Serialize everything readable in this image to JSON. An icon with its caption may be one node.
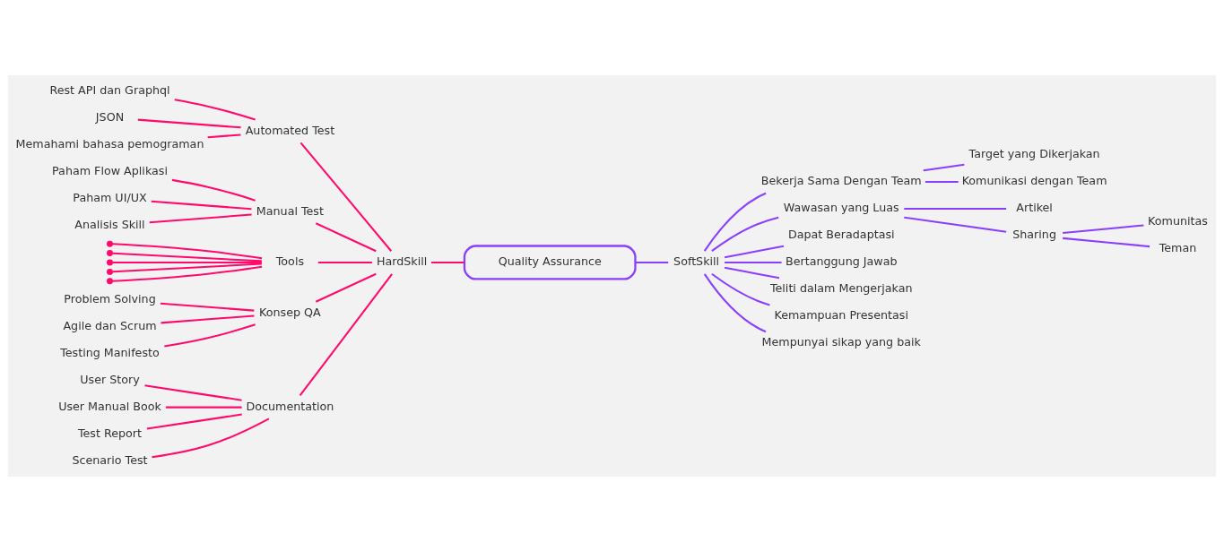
{
  "diagram": {
    "nodes": [
      {
        "text": [
          "Quality Assurance"
        ]
      },
      {
        "text": [
          "HardSkill"
        ]
      },
      {
        "text": [
          "Automated Test"
        ]
      },
      {
        "text": [
          "Rest API dan Graphql"
        ]
      },
      {
        "text": [
          "JSON"
        ]
      },
      {
        "text": [
          "Memahami bahasa pemograman"
        ]
      },
      {
        "text": [
          "Manual Test"
        ]
      },
      {
        "text": [
          "Paham Flow Aplikasi"
        ]
      },
      {
        "text": [
          "Paham UI/UX"
        ]
      },
      {
        "text": [
          "Analisis Skill"
        ]
      },
      {
        "text": [
          "Tools"
        ]
      },
      {
        "text": [],
        "shape": "point"
      },
      {
        "text": [],
        "shape": "point"
      },
      {
        "text": [],
        "shape": "point"
      },
      {
        "text": [],
        "shape": "point"
      },
      {
        "text": [],
        "shape": "point"
      },
      {
        "text": [
          "Konsep QA"
        ]
      },
      {
        "text": [
          "Problem Solving"
        ]
      },
      {
        "text": [
          "Agile dan Scrum"
        ]
      },
      {
        "text": [
          "Testing Manifesto"
        ]
      },
      {
        "text": [
          "Documentation"
        ]
      },
      {
        "text": [
          "User Story"
        ]
      },
      {
        "text": [
          "User Manual Book"
        ]
      },
      {
        "text": [
          "Test Report"
        ]
      },
      {
        "text": [
          "Scenario Test"
        ]
      },
      {
        "text": [
          "SoftSkill"
        ]
      },
      {
        "text": [
          "Bekerja Sama Dengan Team"
        ]
      },
      {
        "text": [
          "Target yang Dikerjakan"
        ]
      },
      {
        "text": [
          "Komunikasi dengan Team"
        ]
      },
      {
        "text": [
          "Wawasan yang Luas"
        ]
      },
      {
        "text": [
          "Artikel"
        ]
      },
      {
        "text": [
          "Sharing"
        ]
      },
      {
        "text": [
          "Komunitas"
        ]
      },
      {
        "text": [
          "Teman"
        ]
      },
      {
        "text": [
          "Dapat Beradaptasi"
        ]
      },
      {
        "text": [
          "Bertanggung Jawab"
        ]
      },
      {
        "text": [
          "Teliti dalam Mengerjakan"
        ]
      },
      {
        "text": [
          "Kemampuan Presentasi"
        ]
      },
      {
        "text": [
          "Mempunyai sikap yang baik"
        ]
      }
    ],
    "edges": [
      {
        "from": 0,
        "to": 1,
        "arrow": "none"
      },
      {
        "from": 1,
        "to": 2,
        "arrow": "none"
      },
      {
        "from": 2,
        "to": 3,
        "arrow": "none"
      },
      {
        "from": 2,
        "to": 4,
        "arrow": "none"
      },
      {
        "from": 2,
        "to": 5,
        "arrow": "none"
      },
      {
        "from": 1,
        "to": 6,
        "arrow": "none"
      },
      {
        "from": 6,
        "to": 7,
        "arrow": "none"
      },
      {
        "from": 6,
        "to": 8,
        "arrow": "none"
      },
      {
        "from": 6,
        "to": 9,
        "arrow": "none"
      },
      {
        "from": 1,
        "to": 10,
        "arrow": "none"
      },
      {
        "from": 10,
        "to": 11,
        "arrow": "none"
      },
      {
        "from": 10,
        "to": 12,
        "arrow": "none"
      },
      {
        "from": 10,
        "to": 13,
        "arrow": "none"
      },
      {
        "from": 10,
        "to": 14,
        "arrow": "none"
      },
      {
        "from": 10,
        "to": 15,
        "arrow": "none"
      },
      {
        "from": 1,
        "to": 16,
        "arrow": "none"
      },
      {
        "from": 16,
        "to": 17,
        "arrow": "none"
      },
      {
        "from": 16,
        "to": 18,
        "arrow": "none"
      },
      {
        "from": 16,
        "to": 19,
        "arrow": "none"
      },
      {
        "from": 1,
        "to": 20,
        "arrow": "none"
      },
      {
        "from": 20,
        "to": 21,
        "arrow": "none"
      },
      {
        "from": 20,
        "to": 22,
        "arrow": "none"
      },
      {
        "from": 20,
        "to": 23,
        "arrow": "none"
      },
      {
        "from": 20,
        "to": 24,
        "arrow": "none"
      },
      {
        "from": 0,
        "to": 25,
        "arrow": "none",
        "color": "#8a3ffc"
      },
      {
        "from": 25,
        "to": 26,
        "arrow": "none",
        "color": "#8a3ffc"
      },
      {
        "from": 26,
        "to": 27,
        "arrow": "none",
        "color": "#8a3ffc"
      },
      {
        "from": 26,
        "to": 28,
        "arrow": "none",
        "color": "#8a3ffc"
      },
      {
        "from": 25,
        "to": 29,
        "arrow": "none",
        "color": "#8a3ffc"
      },
      {
        "from": 29,
        "to": 30,
        "arrow": "none",
        "color": "#8a3ffc"
      },
      {
        "from": 29,
        "to": 31,
        "arrow": "none",
        "color": "#8a3ffc"
      },
      {
        "from": 31,
        "to": 32,
        "arrow": "none",
        "color": "#8a3ffc"
      },
      {
        "from": 31,
        "to": 33,
        "arrow": "none",
        "color": "#8a3ffc"
      },
      {
        "from": 25,
        "to": 34,
        "arrow": "none",
        "color": "#8a3ffc"
      },
      {
        "from": 25,
        "to": 35,
        "arrow": "none",
        "color": "#8a3ffc"
      },
      {
        "from": 25,
        "to": 36,
        "arrow": "none",
        "color": "#8a3ffc"
      },
      {
        "from": 25,
        "to": 37,
        "arrow": "none",
        "color": "#8a3ffc"
      },
      {
        "from": 25,
        "to": 38,
        "arrow": "none",
        "color": "#8a3ffc"
      }
    ]
  }
}
